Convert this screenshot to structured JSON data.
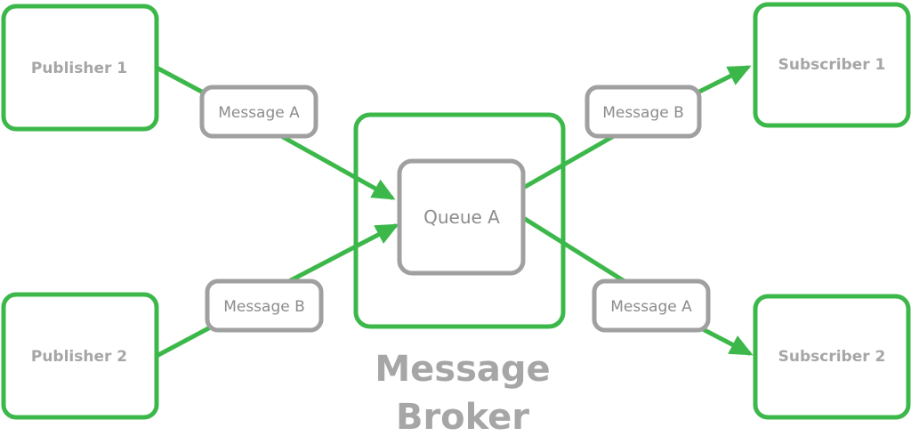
{
  "colors": {
    "green": "#3cb84b",
    "gray_border": "#a0a0a0",
    "text_gray": "#a6a6a6"
  },
  "publishers": [
    {
      "label": "Publisher 1"
    },
    {
      "label": "Publisher 2"
    }
  ],
  "subscribers": [
    {
      "label": "Subscriber 1"
    },
    {
      "label": "Subscriber 2"
    }
  ],
  "broker": {
    "label_line1": "Message",
    "label_line2": "Broker",
    "queue_label": "Queue A"
  },
  "messages": {
    "pub1_msg": "Message A",
    "pub2_msg": "Message B",
    "sub1_msg": "Message B",
    "sub2_msg": "Message A"
  }
}
